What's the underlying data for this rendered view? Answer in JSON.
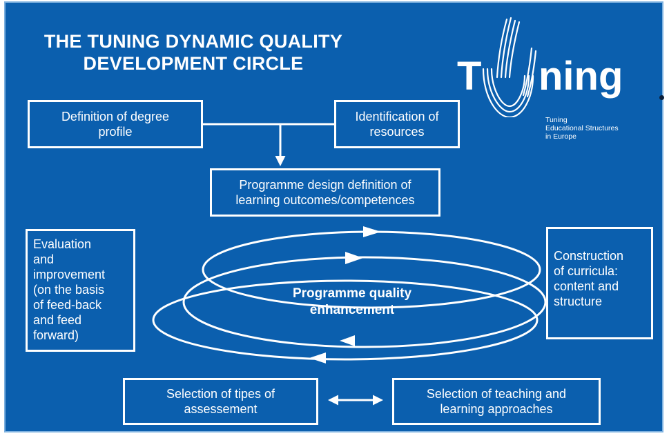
{
  "title": {
    "line1": "THE TUNING DYNAMIC QUALITY",
    "line2": "DEVELOPMENT CIRCLE"
  },
  "logo": {
    "letter_t": "T",
    "rest": "ning",
    "subtitle": "Tuning\nEducational Structures\nin Europe"
  },
  "boxes": {
    "degree_profile": "Definition of degree\nprofile",
    "resources": "Identification of\nresources",
    "programme_design": "Programme design definition of\nlearning outcomes/competences",
    "evaluation": "Evaluation\nand\nimprovement\n(on the basis\nof feed-back\nand feed\nforward)",
    "construction": "Construction\nof curricula:\ncontent and\nstructure",
    "assessment": "Selection of tipes of\nassessement",
    "teaching": "Selection of teaching and\nlearning approaches"
  },
  "center": {
    "label": "Programme quality\nenhancement"
  },
  "colors": {
    "background": "#0b5fae",
    "lines": "#ffffff",
    "border": "#7fb2e0"
  }
}
